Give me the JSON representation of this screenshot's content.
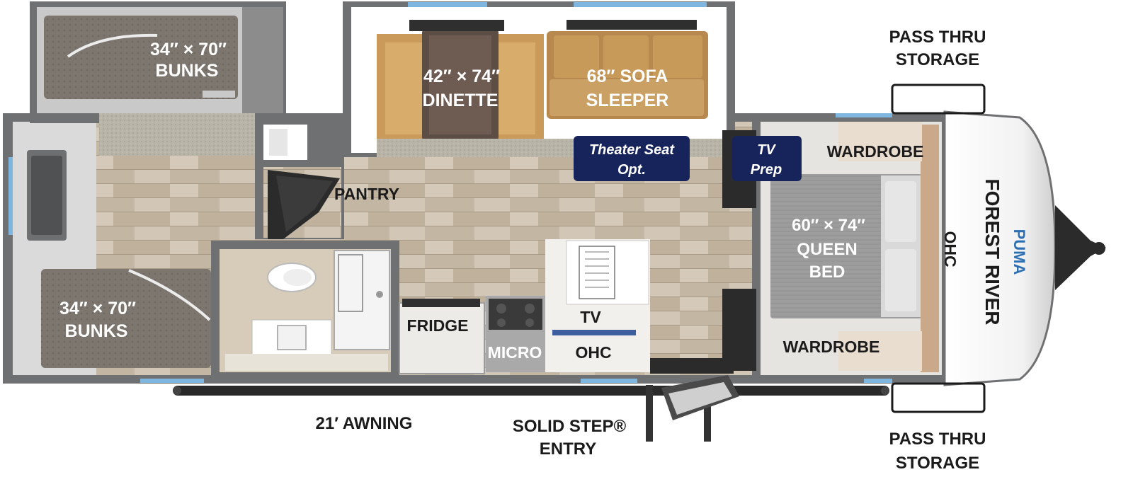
{
  "labels": {
    "top_bunks_size": "34″ × 70″",
    "top_bunks": "BUNKS",
    "dinette_size": "42″ × 74″",
    "dinette": "DINETTE",
    "sofa_size": "68″ SOFA",
    "sofa": "SLEEPER",
    "pantry": "PANTRY",
    "bottom_bunks_size": "34″ × 70″",
    "bottom_bunks": "BUNKS",
    "fridge": "FRIDGE",
    "micro": "MICRO",
    "tv": "TV",
    "ohc_kitchen": "OHC",
    "bed_size": "60″ × 74″",
    "bed_1": "QUEEN",
    "bed_2": "BED",
    "wardrobe_top": "WARDROBE",
    "wardrobe_bottom": "WARDROBE",
    "ohc_bedroom": "OHC",
    "pass_thru_top_1": "PASS THRU",
    "pass_thru_top_2": "STORAGE",
    "pass_thru_bottom_1": "PASS THRU",
    "pass_thru_bottom_2": "STORAGE",
    "awning": "21′ AWNING",
    "step_1": "SOLID STEP®",
    "step_2": "ENTRY"
  },
  "badges": {
    "theater_1": "Theater Seat",
    "theater_2": "Opt.",
    "tv_prep_1": "TV",
    "tv_prep_2": "Prep"
  },
  "brand": {
    "manufacturer": "FOREST RIVER",
    "model": "PUMA"
  },
  "colors": {
    "wall": "#6f7072",
    "floor": "#c9bca8",
    "badge": "#17245c",
    "carpet": "#7f7a74",
    "window": "#7fb6e0",
    "wood": "#c9a064"
  }
}
